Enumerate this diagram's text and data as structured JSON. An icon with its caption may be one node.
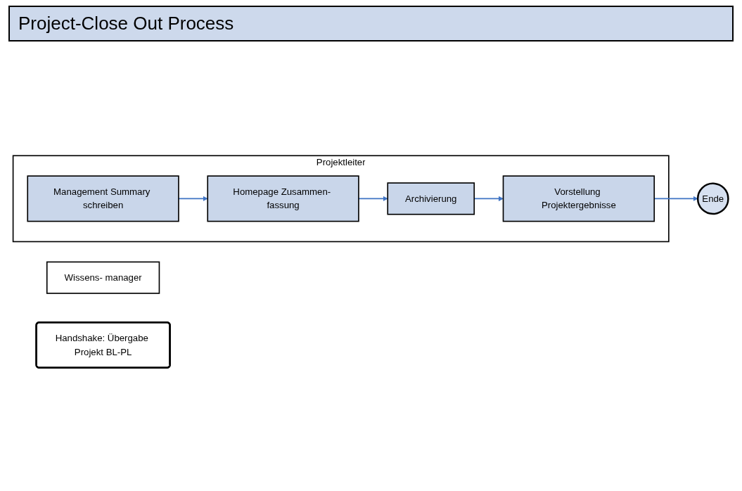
{
  "diagram": {
    "title": "Project-Close Out Process",
    "nodes": [
      {
        "text": [
          "Projektleiter"
        ]
      },
      {
        "text": [
          "Management Summary schreiben"
        ],
        "in": 0
      },
      {
        "text": [
          "Homepage Zusammen- fassung"
        ],
        "in": 0
      },
      {
        "text": [
          "Archivierung"
        ],
        "in": 0
      },
      {
        "text": [
          "Vorstellung Projektergebnisse"
        ],
        "in": 0
      },
      {
        "text": [
          "Wissens- manager"
        ]
      },
      {
        "text": [
          "Handshake: Übergabe Projekt BL-PL"
        ]
      },
      {
        "text": [
          "Ende"
        ]
      }
    ],
    "edges": [
      {
        "from": 1,
        "to": 2,
        "arrow": "to"
      },
      {
        "from": 2,
        "to": 3,
        "arrow": "to"
      },
      {
        "from": 3,
        "to": 4,
        "arrow": "to"
      },
      {
        "from": 4,
        "to": 7,
        "arrow": "to"
      }
    ]
  }
}
